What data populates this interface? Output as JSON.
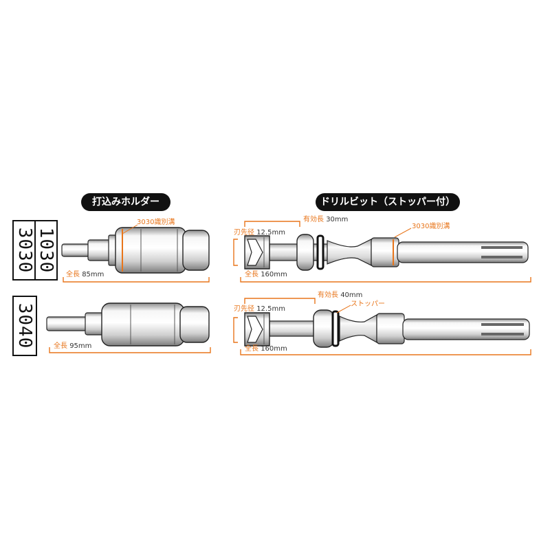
{
  "headers": {
    "holder": "打込みホルダー",
    "bit": "ドリルビット（ストッパー付）"
  },
  "codes": {
    "a": "3030",
    "b": "1030",
    "c": "3040"
  },
  "holder_top": {
    "marker_label": "3030識別溝",
    "length_key": "全長",
    "length_value": "85mm"
  },
  "holder_bottom": {
    "length_key": "全長",
    "length_value": "95mm"
  },
  "bit_top": {
    "diameter_key": "刃先径",
    "diameter_value": "12.5mm",
    "effective_key": "有効長",
    "effective_value": "30mm",
    "marker_label": "3030識別溝",
    "length_key": "全長",
    "length_value": "160mm"
  },
  "bit_bottom": {
    "diameter_key": "刃先径",
    "diameter_value": "12.5mm",
    "effective_key": "有効長",
    "effective_value": "40mm",
    "stopper_label": "ストッパー",
    "length_key": "全長",
    "length_value": "160mm"
  },
  "colors": {
    "accent": "#e8751a",
    "ink": "#111111",
    "metal_light": "#f2f2f2",
    "metal_dark": "#9a9a9a"
  }
}
